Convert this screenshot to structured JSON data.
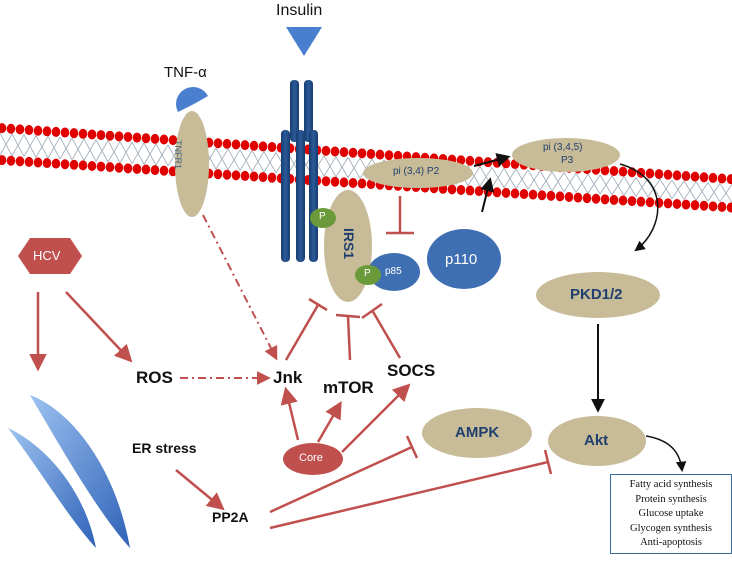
{
  "diagram": {
    "labels": {
      "insulin": "Insulin",
      "tnf_alpha": "TNF-α",
      "tnfr1": "TNFR1",
      "hcv": "HCV",
      "ros": "ROS",
      "jnk": "Jnk",
      "mtor": "mTOR",
      "socs": "SOCS",
      "er_stress": "ER stress",
      "pp2a": "PP2A",
      "core": "Core",
      "irs1": "IRS1",
      "p_upper": "P",
      "p_lower": "P",
      "p85": "p85",
      "p110": "p110",
      "pip2": "pi (3,4) P2",
      "pip3_line1": "pi (3,4,5)",
      "pip3_line2": "P3",
      "pkd": "PKD1/2",
      "ampk": "AMPK",
      "akt": "Akt"
    },
    "outcomes": [
      "Fatty acid synthesis",
      "Protein synthesis",
      "Glucose uptake",
      "Glycogen synthesis",
      "Anti-apoptosis"
    ],
    "colors": {
      "membrane_bead": "#e00000",
      "membrane_lattice": "#9aa7b4",
      "receptor_blue": "#1f4e8c",
      "tan_oval": "#c8bc98",
      "mid_blue_oval": "#3f6fb3",
      "phospho_green": "#6b9a3a",
      "inhibit_red": "#c0504d",
      "hcv_red": "#c0504d",
      "er_blue": "#4a7fd0",
      "text_dark": "#111111",
      "text_blue": "#1f3f6e"
    }
  }
}
